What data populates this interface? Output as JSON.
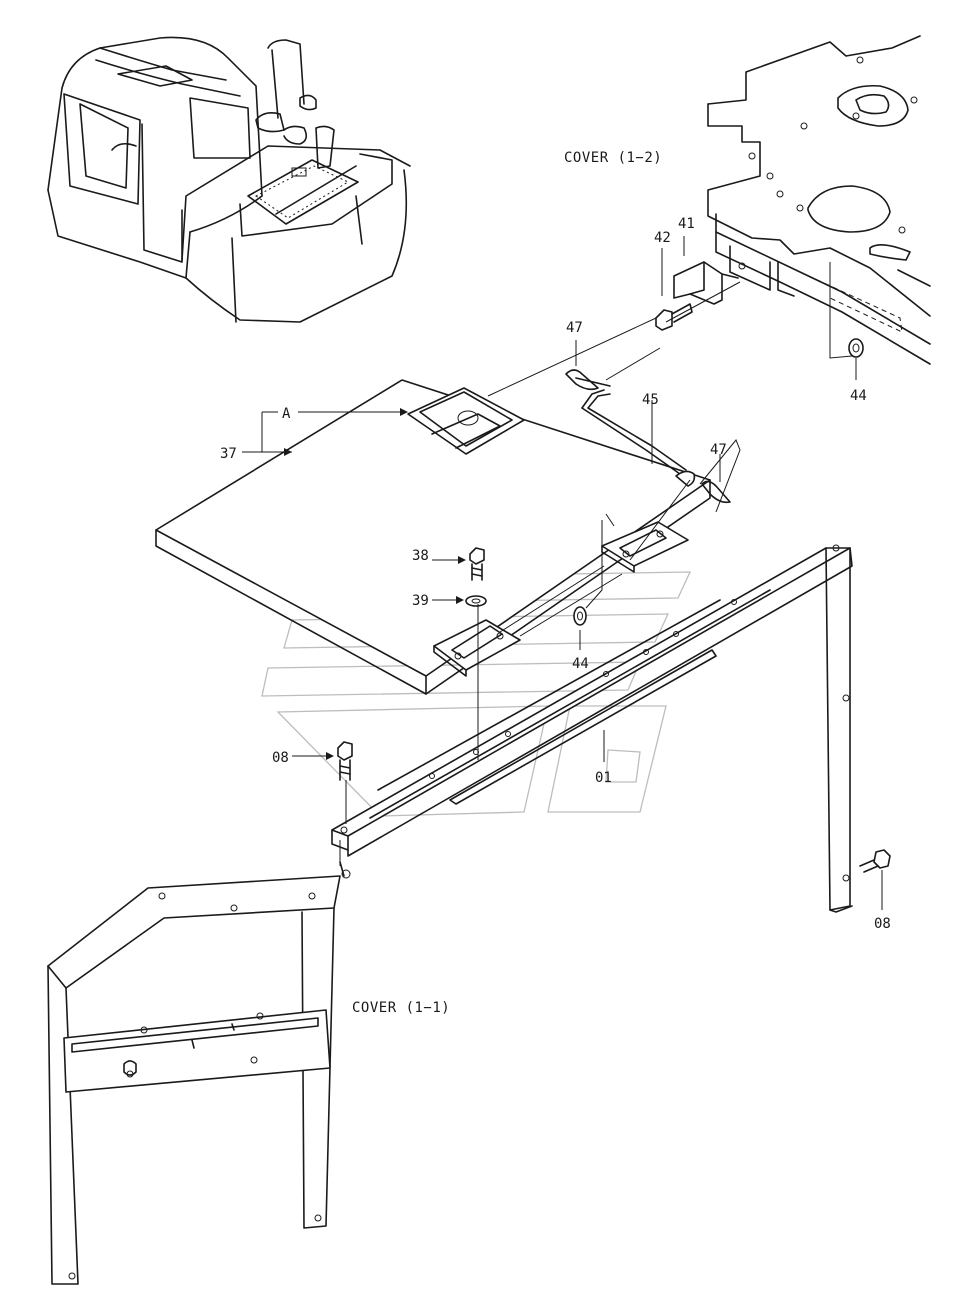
{
  "captions": {
    "cover_1_2": "COVER (1−2)",
    "cover_1_1": "COVER (1−1)"
  },
  "labels": {
    "l01": "01",
    "l08a": "08",
    "l08b": "08",
    "l37": "37",
    "lA": "A",
    "l38": "38",
    "l39": "39",
    "l41": "41",
    "l42": "42",
    "l44a": "44",
    "l44b": "44",
    "l45": "45",
    "l47a": "47",
    "l47b": "47"
  }
}
